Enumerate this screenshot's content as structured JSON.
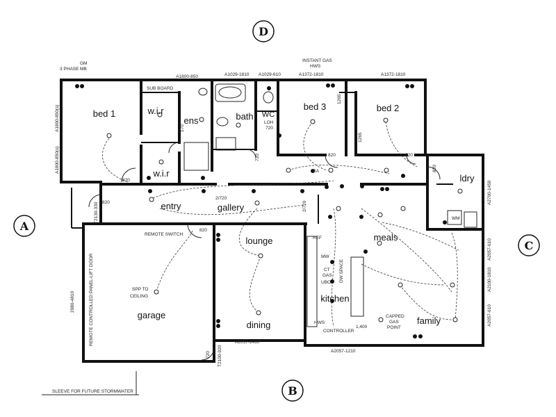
{
  "compass": {
    "north": "D",
    "south": "B",
    "east": "C",
    "west": "A"
  },
  "rooms": {
    "bed1": "bed 1",
    "wir1": "w.i.r",
    "wir2": "w.i.r",
    "ens": "ens",
    "bath": "bath",
    "wc": "WC",
    "bed3": "bed 3",
    "bed2": "bed 2",
    "ldry": "ldry",
    "entry": "entry",
    "gallery": "gallery",
    "meals": "meals",
    "lounge": "lounge",
    "kitchen": "kitchen",
    "dining": "dining",
    "family": "family",
    "garage": "garage"
  },
  "labels": {
    "instant_gas": "INSTANT GAS",
    "hws": "HWS",
    "three_phase": "3 PHASE",
    "gm": "GM",
    "mb": "MB",
    "sub_board": "SUB BOARD",
    "loh": "LOH",
    "loh_720": "720",
    "remote_switch": "REMOTE SWITCH",
    "spp": "SPP TO",
    "ceiling": "CEILING",
    "garage_door": "REMOTE CONTROLLED PANEL-LIFT DOOR",
    "sleeve": "SLEEVE FOR FUTURE STORMWATER",
    "hws_controller_1": "HWS",
    "hws_controller_2": "CONTROLLER",
    "capped_gas_1": "CAPPED",
    "capped_gas_2": "GAS",
    "capped_gas_3": "POINT",
    "ct": "CT",
    "gas": "GAS",
    "ubo": "UBO",
    "mw": "MW",
    "ref": "REF",
    "dw_space": "DW SPACE",
    "wm": "WM",
    "ra": "RA",
    "val_1400": "1,400",
    "val_2720": "2/720",
    "val_2720_b": "2/720",
    "val_720_bath": "720",
    "val_720_garage": "720",
    "val_170": "170",
    "val_1265_a": "1265",
    "val_1265_b": "1265",
    "val_820_bed1": "820",
    "val_820_bed3": "820",
    "val_820_bed2": "820",
    "val_820_ldry": "820",
    "val_820_garage": "820",
    "val_820_entry": "820",
    "win_a1800_850": "A1800-850",
    "win_a1029_1810": "A1029-1810",
    "win_a1029_610": "A1029-610",
    "win_a1372_1810_a": "A1372-1810",
    "win_a1372_1810_b": "A1372-1810",
    "win_left_1": "A1800-850(s)",
    "win_left_2": "A1800-850(s)",
    "win_t2130": "T2130-330",
    "win_2080": "2080-4810",
    "win_a2700": "A2700-1450",
    "win_a2057_610_r": "A2057-610",
    "win_a2100": "A2100-1810",
    "win_a2057_610_r2": "A2057-610",
    "win_a2057_2410": "A2057-2410",
    "win_a2057_1210": "A2057-1210",
    "win_t2100": "T2100-920"
  }
}
